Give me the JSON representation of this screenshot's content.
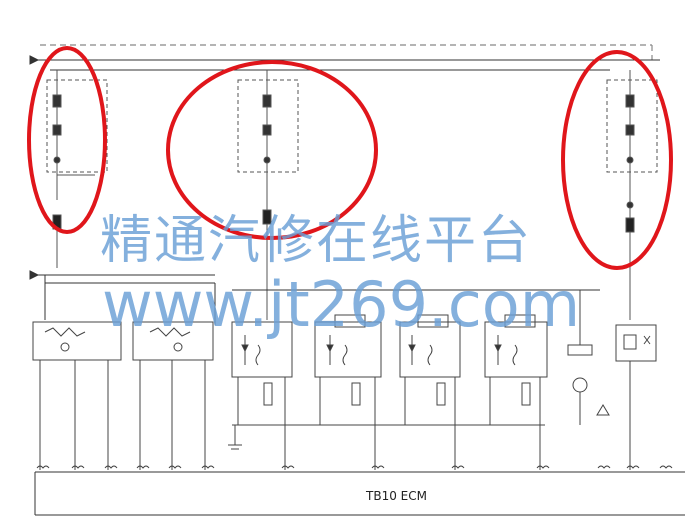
{
  "diagram": {
    "ecm_label": "TB10 ECM"
  },
  "watermark": {
    "text_cn": "精通汽修在线平台",
    "text_url": "www.jt269.com",
    "color": "#6a9fd6"
  },
  "highlight_color": "#e0161b"
}
